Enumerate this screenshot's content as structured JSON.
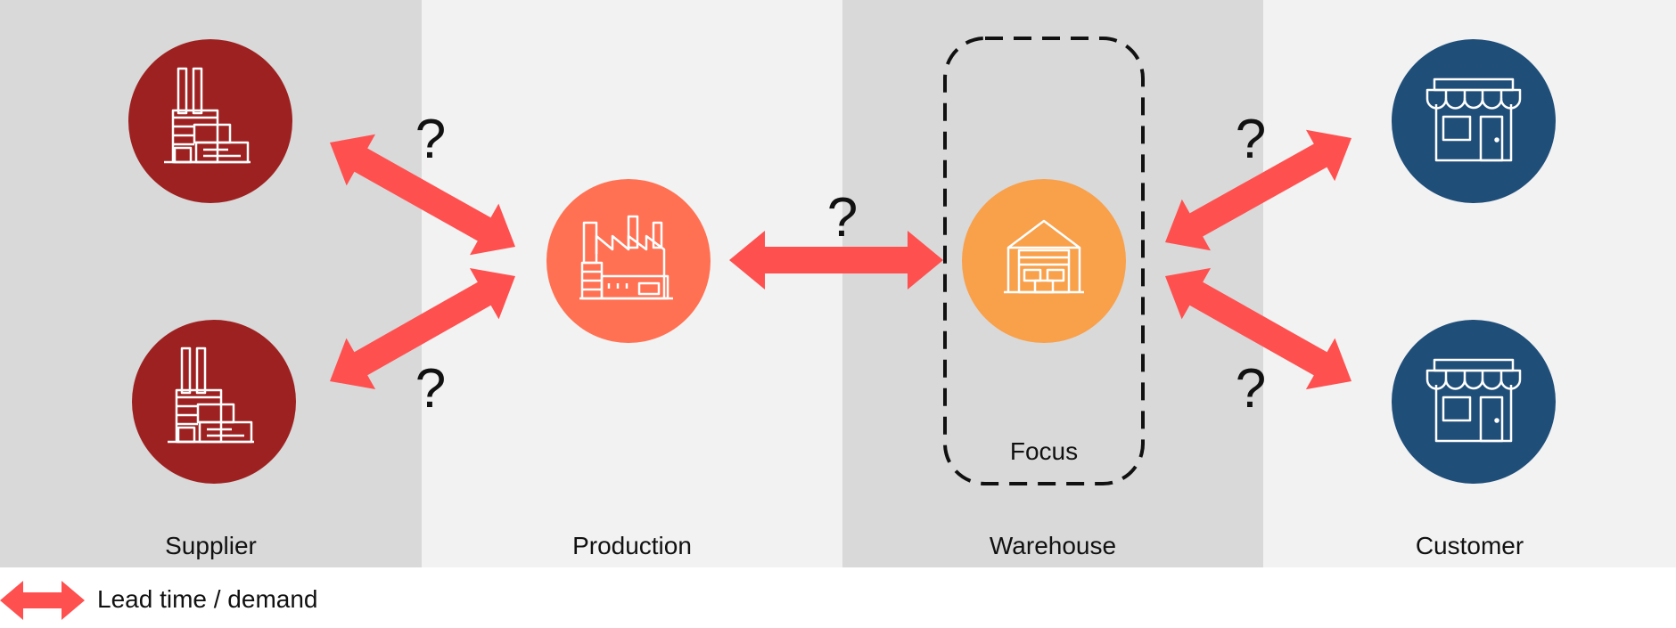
{
  "columns": [
    {
      "label": "Supplier",
      "bg": "#d9d9d9"
    },
    {
      "label": "Production",
      "bg": "#f2f2f2"
    },
    {
      "label": "Warehouse",
      "bg": "#d9d9d9"
    },
    {
      "label": "Customer",
      "bg": "#f2f2f2"
    }
  ],
  "focus_label": "Focus",
  "question_mark": "?",
  "legend": {
    "label": "Lead time / demand"
  },
  "colors": {
    "arrow": "#ff5050",
    "supplier": "#9e2121",
    "production": "#ff7152",
    "warehouse": "#f9a04a",
    "customer": "#1f4e79",
    "icon_stroke": "#ffffff",
    "focus_border": "#111111"
  },
  "icons": {
    "supplier": "factory-icon",
    "production": "industrial-plant-icon",
    "warehouse": "warehouse-icon",
    "customer": "store-icon"
  }
}
